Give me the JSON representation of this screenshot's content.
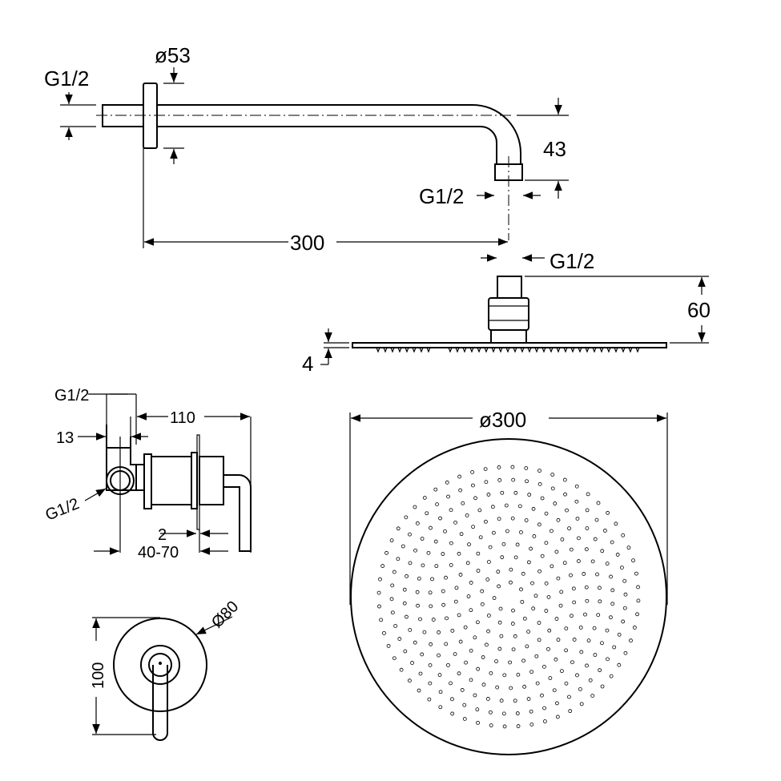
{
  "arm": {
    "wall_thread": "G1/2",
    "flange_diameter": "ø53",
    "height": "43",
    "outlet_thread": "G1/2",
    "length": "300"
  },
  "head": {
    "inlet_thread": "G1/2",
    "height": "60",
    "plate_thickness": "4",
    "diameter": "ø300"
  },
  "valve": {
    "top_thread": "G1/2",
    "depth_13": "13",
    "length": "110",
    "side_thread": "G1/2",
    "plate": "2",
    "wall_range": "40-70"
  },
  "cover": {
    "height": "100",
    "diameter": "Ø80"
  }
}
